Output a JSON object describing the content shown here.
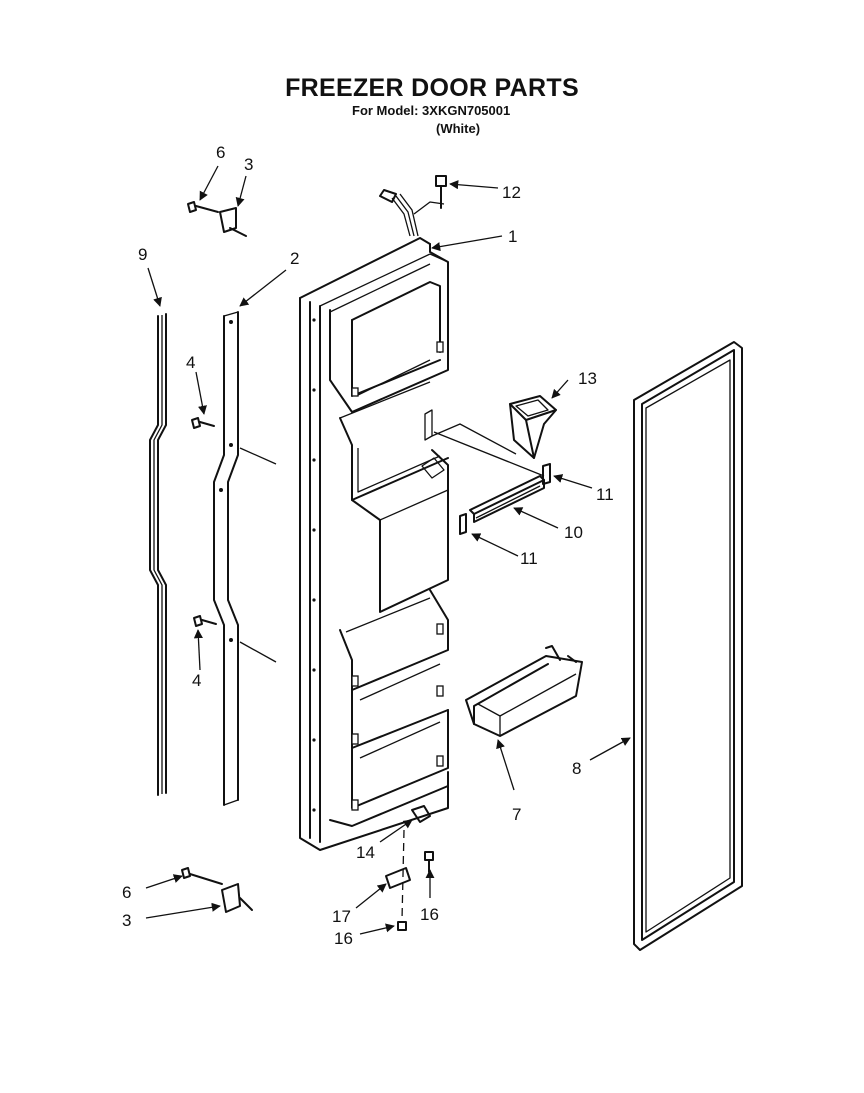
{
  "title": "FREEZER DOOR PARTS",
  "model_line": "For Model: 3XKGN705001",
  "color_line": "(White)",
  "callouts": {
    "c1": "1",
    "c2": "2",
    "c3_top": "3",
    "c3_bottom": "3",
    "c4_upper": "4",
    "c4_lower": "4",
    "c6_top": "6",
    "c6_bottom": "6",
    "c7": "7",
    "c8": "8",
    "c9": "9",
    "c10": "10",
    "c11_right": "11",
    "c11_left": "11",
    "c12": "12",
    "c13": "13",
    "c14": "14",
    "c16_right": "16",
    "c16_left": "16",
    "c17": "17"
  }
}
